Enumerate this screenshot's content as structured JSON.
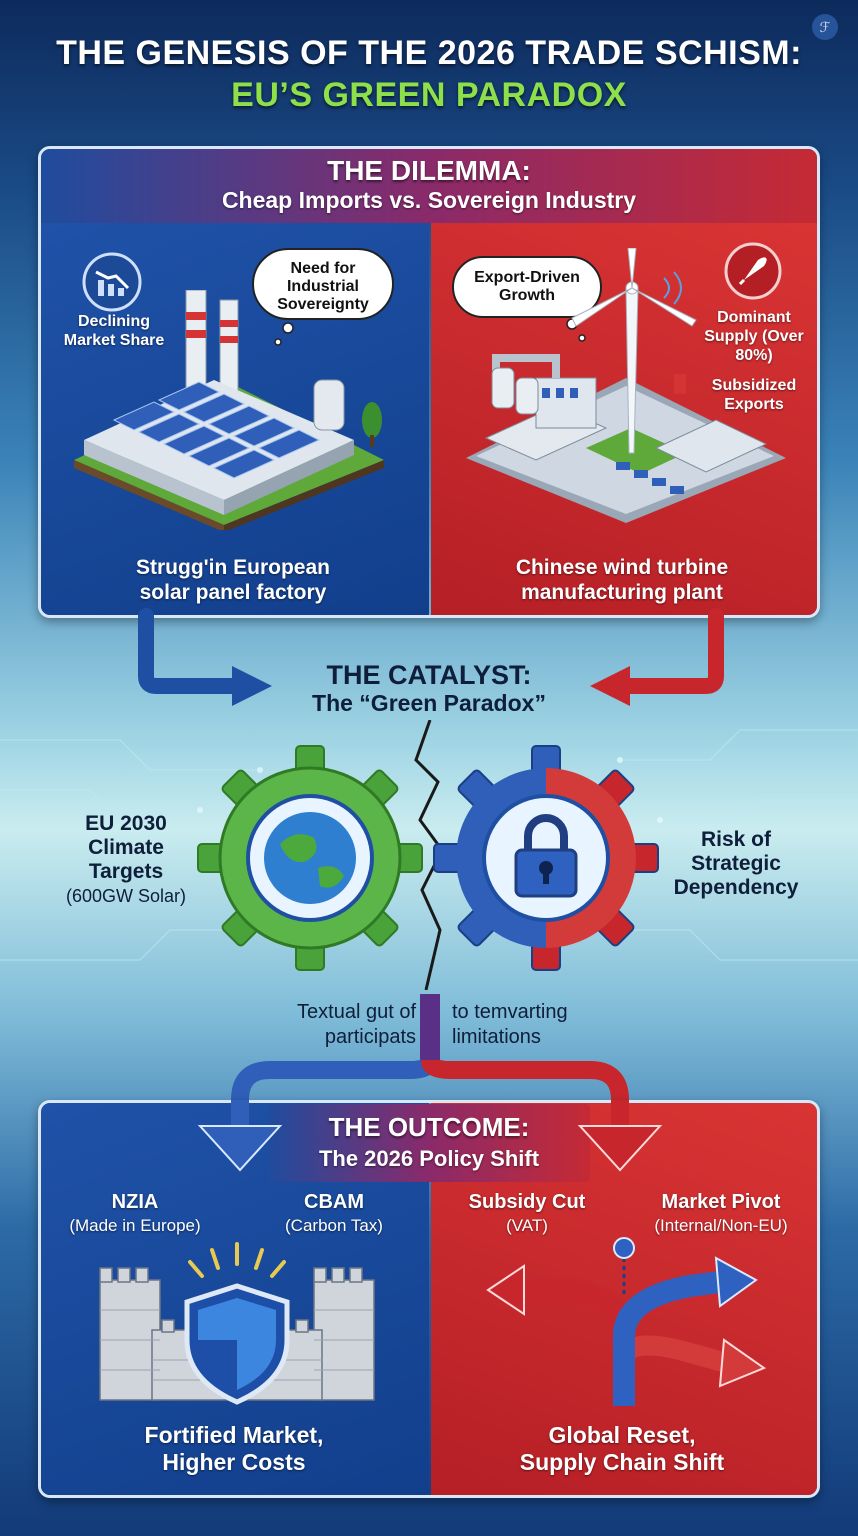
{
  "title": {
    "line1": "THE GENESIS OF THE 2026 TRADE SCHISM:",
    "line2": "EU’S GREEN PARADOX"
  },
  "dilemma": {
    "heading": "THE DILEMMA:",
    "subheading": "Cheap Imports vs. Sovereign Industry",
    "left": {
      "icon_label": "Declining Market Share",
      "thought": "Need for Industrial Sovereignty",
      "caption_line1": "Strugg'in European",
      "caption_line2": "solar panel factory"
    },
    "right": {
      "thought": "Export-Driven Growth",
      "label1": "Dominant Supply (Over 80%)",
      "label2": "Subsidized Exports",
      "caption_line1": "Chinese wind turbine",
      "caption_line2": "manufacturing plant"
    }
  },
  "catalyst": {
    "heading": "THE CATALYST:",
    "subheading": "The “Green Paradox”",
    "left_title": "EU 2030 Climate Targets",
    "left_sub": "(600GW Solar)",
    "right_title": "Risk of Strategic Dependency",
    "merge_left": "Textual gut of participats",
    "merge_right": "to temvarting limitations"
  },
  "outcome": {
    "heading": "THE OUTCOME:",
    "subheading": "The 2026 Policy Shift",
    "nzia": "NZIA",
    "nzia_sub": "(Made in Europe)",
    "cbam": "CBAM",
    "cbam_sub": "(Carbon Tax)",
    "subsidy": "Subsidy Cut",
    "subsidy_sub": "(VAT)",
    "pivot": "Market Pivot",
    "pivot_sub": "(Internal/Non-EU)",
    "left_caption_line1": "Fortified Market,",
    "left_caption_line2": "Higher Costs",
    "right_caption_line1": "Global Reset,",
    "right_caption_line2": "Supply Chain Shift"
  },
  "colors": {
    "eu_blue": "#1f52a8",
    "china_red": "#c8262d",
    "green_accent": "#8ee04a"
  }
}
